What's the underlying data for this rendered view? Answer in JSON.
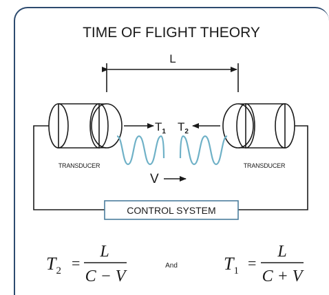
{
  "title": "TIME OF FLIGHT THEORY",
  "distance_label": "L",
  "left_transducer_label": "TRANSDUCER",
  "right_transducer_label": "TRANSDUCER",
  "t1_label": "T",
  "t1_sub": "1",
  "t2_label": "T",
  "t2_sub": "2",
  "velocity_label": "V",
  "control_system_label": "CONTROL SYSTEM",
  "formula_left": {
    "lhs": "T",
    "lhs_sub": "2",
    "equals": "=",
    "numerator": "L",
    "denominator": "C − V"
  },
  "formula_connector": "And",
  "formula_right": {
    "lhs": "T",
    "lhs_sub": "1",
    "equals": "=",
    "numerator": "L",
    "denominator": "C + V"
  },
  "colors": {
    "frame": "#2c4a6e",
    "wave": "#6fb1c7",
    "control_box_border": "#4a7d9c",
    "ink": "#1a1a1a"
  }
}
